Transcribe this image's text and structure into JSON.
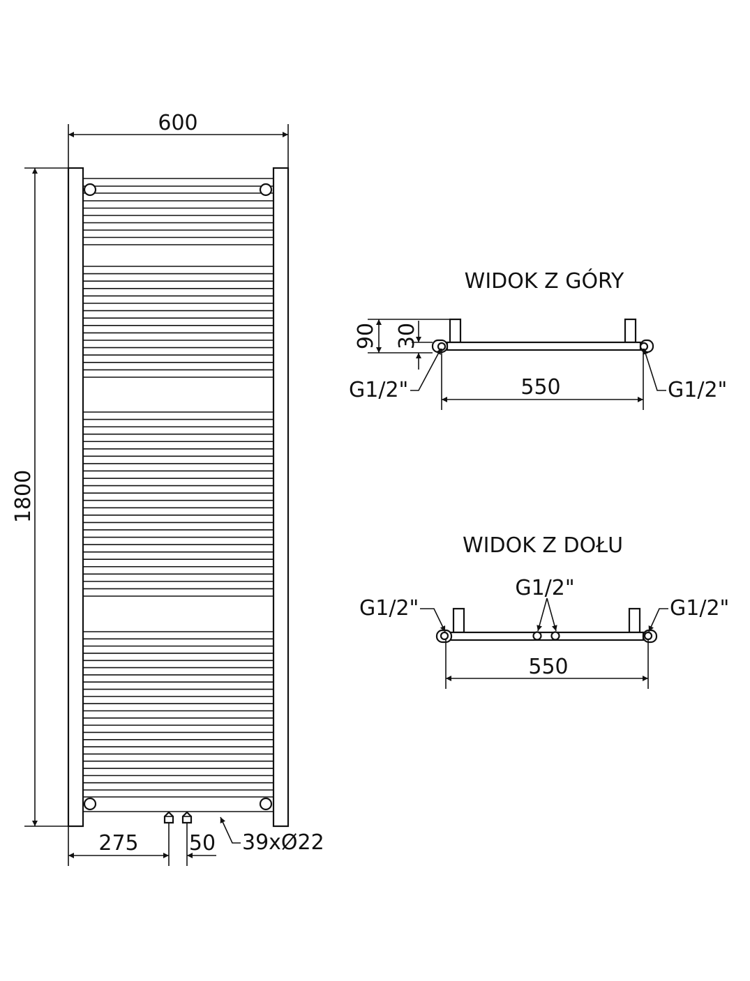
{
  "front_view": {
    "width_label": "600",
    "height_label": "1800",
    "left_offset_label": "275",
    "connection_spacing_label": "50",
    "tubes_label": "39xØ22"
  },
  "top_view": {
    "title": "WIDOK Z GÓRY",
    "depth_label": "90",
    "offset_label": "30",
    "spacing_label": "550",
    "left_thread_label": "G1/2\"",
    "right_thread_label": "G1/2\""
  },
  "bottom_view": {
    "title": "WIDOK Z DOŁU",
    "center_thread_label": "G1/2\"",
    "left_thread_label": "G1/2\"",
    "right_thread_label": "G1/2\"",
    "spacing_label": "550"
  }
}
